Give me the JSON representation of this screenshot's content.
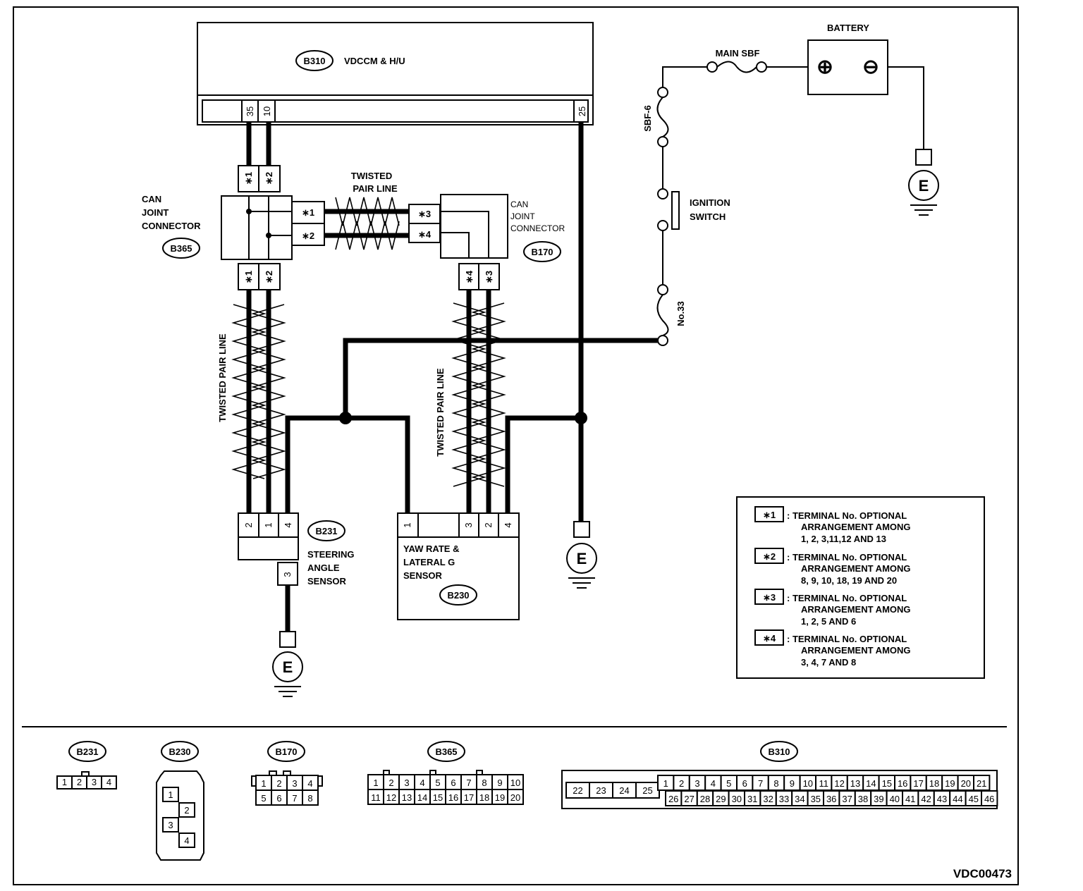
{
  "components": {
    "vdccm": {
      "id": "B310",
      "name": "VDCCM & H/U",
      "pins": [
        "35",
        "10",
        "25"
      ]
    },
    "can_joint_left": {
      "id": "B365",
      "name_lines": [
        "CAN",
        "JOINT",
        "CONNECTOR"
      ]
    },
    "can_joint_right": {
      "id": "B170",
      "name_lines": [
        "CAN",
        "JOINT",
        "CONNECTOR"
      ]
    },
    "steering_sensor": {
      "id": "B231",
      "name_lines": [
        "STEERING",
        "ANGLE",
        "SENSOR"
      ],
      "pins": [
        "2",
        "1",
        "4",
        "3"
      ]
    },
    "yaw_sensor": {
      "id": "B230",
      "name_lines": [
        "YAW RATE &",
        "LATERAL G",
        "SENSOR"
      ],
      "pins": [
        "1",
        "3",
        "2",
        "4"
      ]
    },
    "battery": {
      "name": "BATTERY",
      "pos": "⊕",
      "neg": "⊖"
    },
    "main_sbf": "MAIN SBF",
    "sbf6": "SBF-6",
    "fuse33": "No.33",
    "ignition": [
      "IGNITION",
      "SWITCH"
    ],
    "ground": "E"
  },
  "wire_labels": {
    "twisted_top": [
      "TWISTED",
      "PAIR LINE"
    ],
    "twisted_vertical": "TWISTED PAIR LINE"
  },
  "terminal_marks": {
    "t1": "∗1",
    "t2": "∗2",
    "t3": "∗3",
    "t4": "∗4"
  },
  "legend": [
    {
      "mark": "∗1",
      "lines": [
        ":  TERMINAL No. OPTIONAL",
        "ARRANGEMENT AMONG",
        "1, 2, 3,11,12 AND 13"
      ]
    },
    {
      "mark": "∗2",
      "lines": [
        ":  TERMINAL No. OPTIONAL",
        "ARRANGEMENT AMONG",
        "8, 9, 10, 18, 19 AND 20"
      ]
    },
    {
      "mark": "∗3",
      "lines": [
        ":  TERMINAL No. OPTIONAL",
        "ARRANGEMENT AMONG",
        "1, 2, 5  AND 6"
      ]
    },
    {
      "mark": "∗4",
      "lines": [
        ":  TERMINAL No. OPTIONAL",
        "ARRANGEMENT AMONG",
        "3, 4, 7 AND 8"
      ]
    }
  ],
  "connectors": {
    "b231": {
      "id": "B231",
      "rows": [
        [
          "1",
          "2",
          "3",
          "4"
        ]
      ]
    },
    "b230": {
      "id": "B230",
      "pins": [
        "1",
        "2",
        "3",
        "4"
      ]
    },
    "b170": {
      "id": "B170",
      "rows": [
        [
          "1",
          "2",
          "3",
          "4"
        ],
        [
          "5",
          "6",
          "7",
          "8"
        ]
      ]
    },
    "b365": {
      "id": "B365",
      "rows": [
        [
          "1",
          "2",
          "3",
          "4",
          "5",
          "6",
          "7",
          "8",
          "9",
          "10"
        ],
        [
          "11",
          "12",
          "13",
          "14",
          "15",
          "16",
          "17",
          "18",
          "19",
          "20"
        ]
      ]
    },
    "b310": {
      "id": "B310",
      "left": [
        "22",
        "23",
        "24",
        "25"
      ],
      "rows": [
        [
          "1",
          "2",
          "3",
          "4",
          "5",
          "6",
          "7",
          "8",
          "9",
          "10",
          "11",
          "12",
          "13",
          "14",
          "15",
          "16",
          "17",
          "18",
          "19",
          "20",
          "21"
        ],
        [
          "26",
          "27",
          "28",
          "29",
          "30",
          "31",
          "32",
          "33",
          "34",
          "35",
          "36",
          "37",
          "38",
          "39",
          "40",
          "41",
          "42",
          "43",
          "44",
          "45",
          "46"
        ]
      ]
    }
  },
  "figure_code": "VDC00473"
}
